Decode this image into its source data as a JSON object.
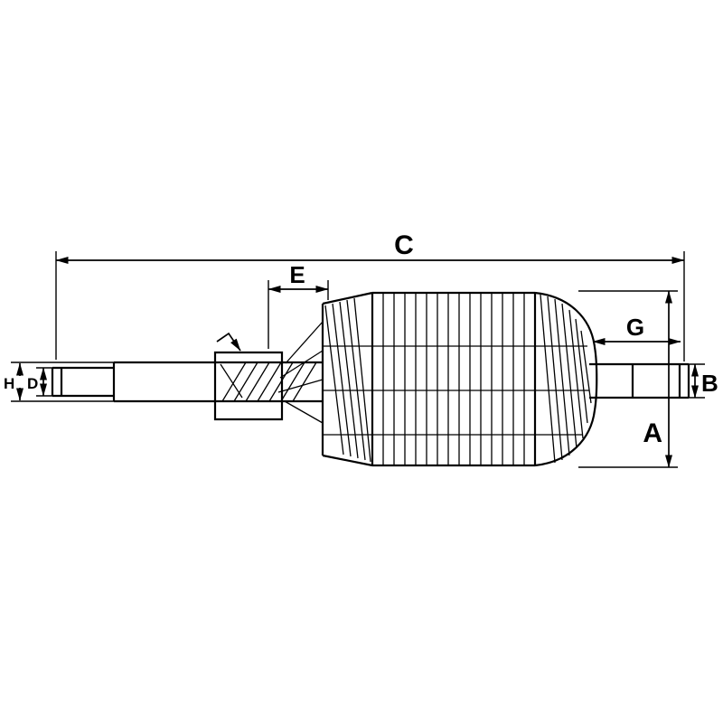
{
  "diagram": {
    "background_color": "#ffffff",
    "line_color": "#000000",
    "labels": {
      "C": "C",
      "E": "E",
      "G": "G",
      "A": "A",
      "B": "B",
      "H": "H",
      "D": "D"
    }
  }
}
